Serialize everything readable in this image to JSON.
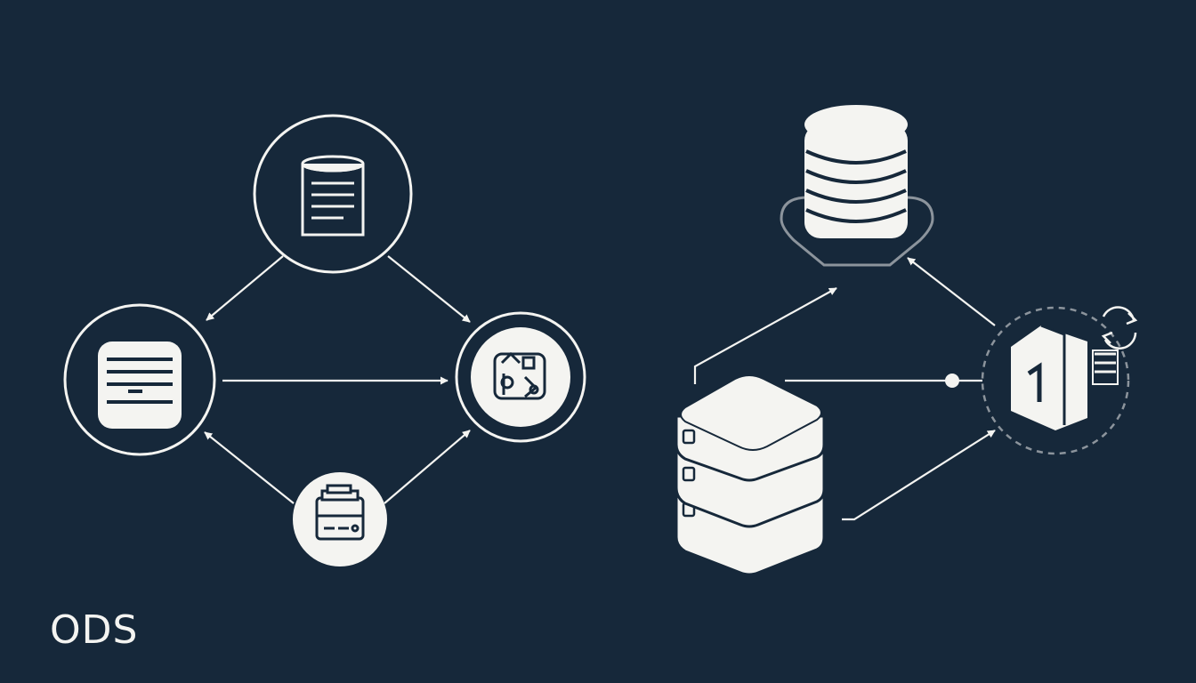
{
  "caption": "ODS",
  "colors": {
    "background": "#16283a",
    "foreground": "#f4f4f1",
    "muted": "#8c949c",
    "dark_detail": "#1f2f40"
  },
  "left_diagram": {
    "nodes": [
      {
        "id": "top",
        "icon": "database-document-icon"
      },
      {
        "id": "left",
        "icon": "database-stack-icon"
      },
      {
        "id": "right",
        "icon": "puzzle-gear-icon"
      },
      {
        "id": "bottom",
        "icon": "file-drawer-icon"
      }
    ],
    "edges": [
      {
        "from": "top",
        "to": "left"
      },
      {
        "from": "top",
        "to": "right"
      },
      {
        "from": "left",
        "to": "right"
      },
      {
        "from": "bottom",
        "to": "left"
      },
      {
        "from": "bottom",
        "to": "right"
      }
    ]
  },
  "right_diagram": {
    "nodes": [
      {
        "id": "database",
        "icon": "database-cylinder-icon"
      },
      {
        "id": "servers",
        "icon": "server-stack-icon"
      },
      {
        "id": "app",
        "icon": "cube-app-icon"
      }
    ],
    "edges": [
      {
        "from": "servers",
        "to": "database"
      },
      {
        "from": "app",
        "to": "database"
      },
      {
        "from": "servers",
        "to": "app"
      },
      {
        "from": "servers",
        "to": "app",
        "style": "dot-connector"
      }
    ]
  }
}
